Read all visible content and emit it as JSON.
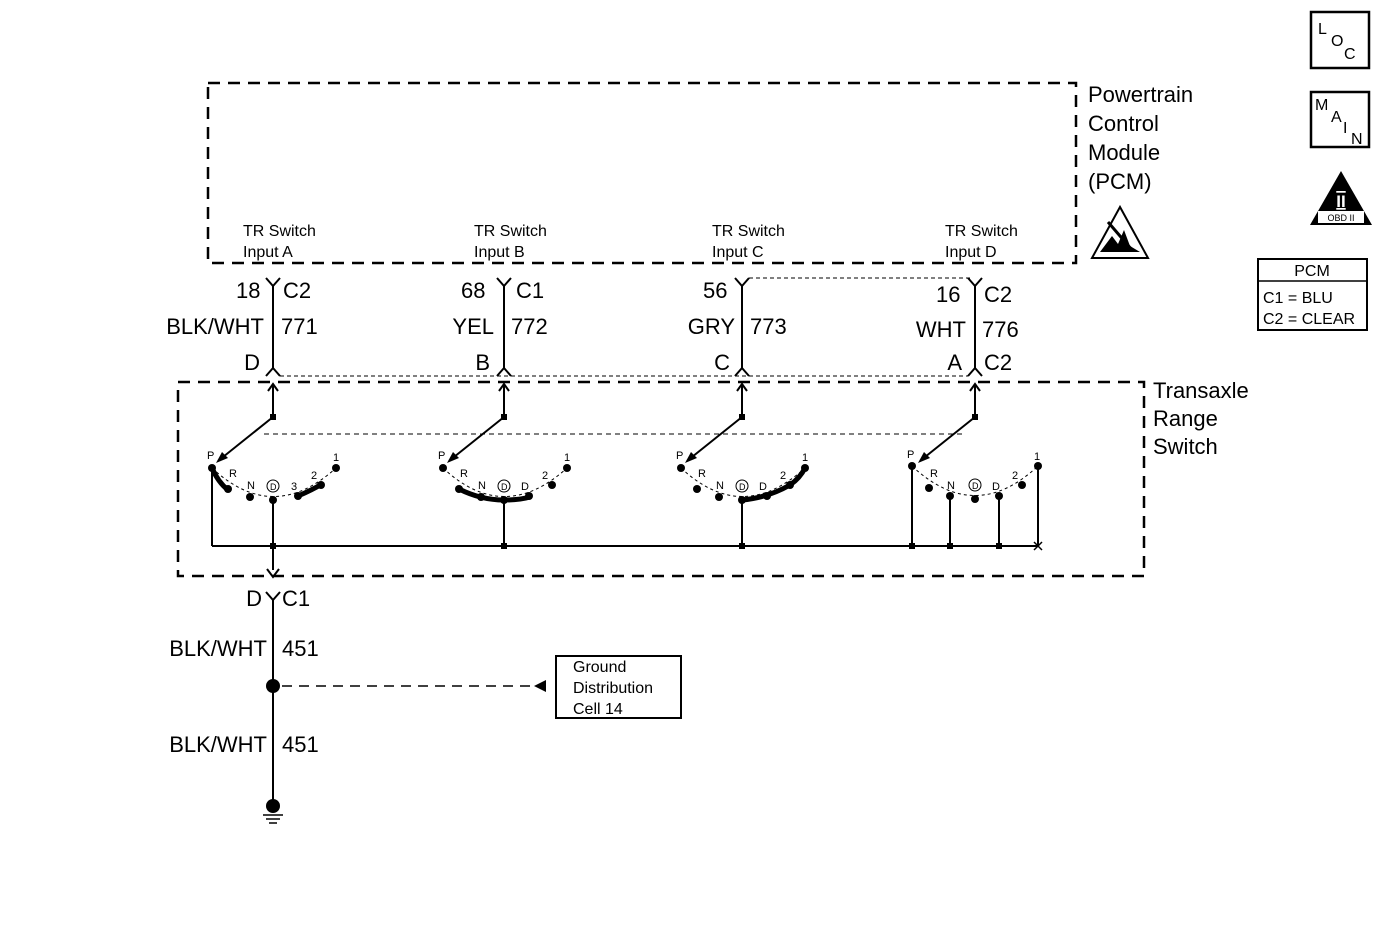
{
  "pcm": {
    "title_lines": [
      "Powertrain",
      "Control",
      "Module",
      "(PCM)"
    ],
    "inputs": [
      {
        "line1": "TR Switch",
        "line2": "Input A",
        "pin": "18",
        "conn": "C2",
        "wire_color": "BLK/WHT",
        "circuit": "771",
        "switch_terminal": "D"
      },
      {
        "line1": "TR Switch",
        "line2": "Input B",
        "pin": "68",
        "conn": "C1",
        "wire_color": "YEL",
        "circuit": "772",
        "switch_terminal": "B"
      },
      {
        "line1": "TR Switch",
        "line2": "Input C",
        "pin": "56",
        "conn": "",
        "wire_color": "GRY",
        "circuit": "773",
        "switch_terminal": "C"
      },
      {
        "line1": "TR Switch",
        "line2": "Input D",
        "pin": "16",
        "conn": "C2",
        "wire_color": "WHT",
        "circuit": "776",
        "switch_terminal": "A",
        "switch_conn": "C2"
      }
    ]
  },
  "switch": {
    "title_lines": [
      "Transaxle",
      "Range",
      "Switch"
    ],
    "positions": {
      "a": [
        "P",
        "R",
        "N",
        "D",
        "3",
        "2",
        "1"
      ],
      "b": [
        "P",
        "R",
        "N",
        "D",
        "D",
        "2",
        "1"
      ],
      "c": [
        "P",
        "R",
        "N",
        "D",
        "D",
        "2",
        "1"
      ],
      "d": [
        "P",
        "R",
        "N",
        "D",
        "D",
        "2",
        "1"
      ]
    }
  },
  "ground": {
    "terminal": "D",
    "conn": "C1",
    "wire1_color": "BLK/WHT",
    "wire1_circuit": "451",
    "wire2_color": "BLK/WHT",
    "wire2_circuit": "451",
    "ref_lines": [
      "Ground",
      "Distribution",
      "Cell 14"
    ]
  },
  "icons": {
    "loc": [
      "L",
      "O",
      "C"
    ],
    "main": [
      "M",
      "A",
      "I",
      "N"
    ],
    "obd": {
      "numeral": "II",
      "label": "OBD II"
    }
  },
  "legend": {
    "title": "PCM",
    "rows": [
      "C1 = BLU",
      "C2 = CLEAR"
    ]
  }
}
